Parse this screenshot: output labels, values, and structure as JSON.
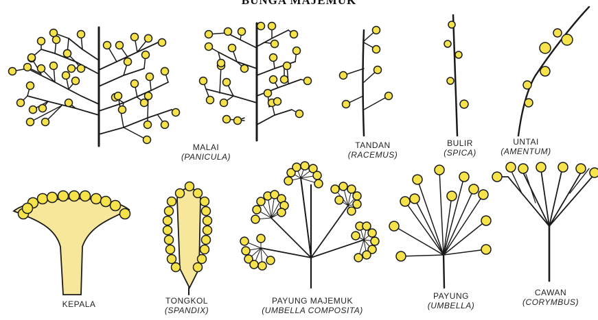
{
  "title": "BUNGA MAJEMUK",
  "colors": {
    "stem": "#1a1a1a",
    "flower": "#f6e24a",
    "flower_edge": "#1a1a1a",
    "receptacle": "#f6e79a"
  },
  "types": [
    {
      "id": "malai",
      "name": "MALAI",
      "latin": "(PANICULA)"
    },
    {
      "id": "tandan",
      "name": "TANDAN",
      "latin": "(RACEMUS)"
    },
    {
      "id": "bulir",
      "name": "BULIR",
      "latin": "(SPICA)"
    },
    {
      "id": "untai",
      "name": "UNTAI",
      "latin": "(AMENTUM)"
    },
    {
      "id": "kepala",
      "name": "KEPALA",
      "latin": ""
    },
    {
      "id": "tongkol",
      "name": "TONGKOL",
      "latin": "(SPANDIX)"
    },
    {
      "id": "payung-majemuk",
      "name": "PAYUNG MAJEMUK",
      "latin": "(UMBELLA COMPOSITA)"
    },
    {
      "id": "payung",
      "name": "PAYUNG",
      "latin": "(UMBELLA)"
    },
    {
      "id": "cawan",
      "name": "CAWAN",
      "latin": "(CORYMBUS)"
    }
  ]
}
